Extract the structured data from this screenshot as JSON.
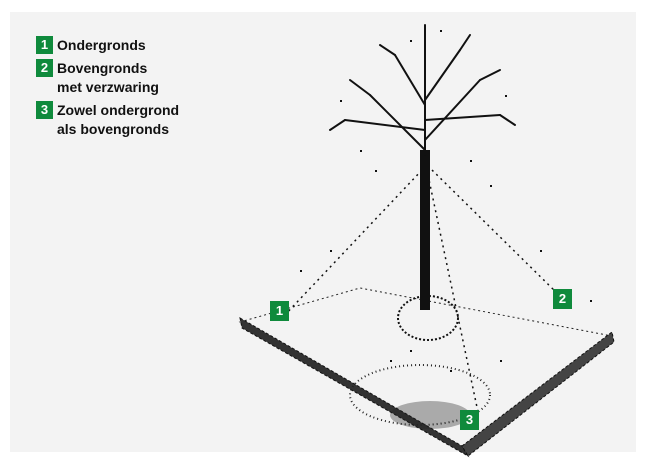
{
  "legend": {
    "items": [
      {
        "number": "1",
        "lines": [
          "Ondergronds"
        ]
      },
      {
        "number": "2",
        "lines": [
          "Bovengronds",
          "met verzwaring"
        ]
      },
      {
        "number": "3",
        "lines": [
          "Zowel ondergrond",
          "als bovengronds"
        ]
      }
    ]
  },
  "markers": [
    {
      "number": "1"
    },
    {
      "number": "2"
    },
    {
      "number": "3"
    }
  ],
  "colors": {
    "accent": "#0f8a3c",
    "panel": "#f3f3f3",
    "ink": "#111111"
  }
}
